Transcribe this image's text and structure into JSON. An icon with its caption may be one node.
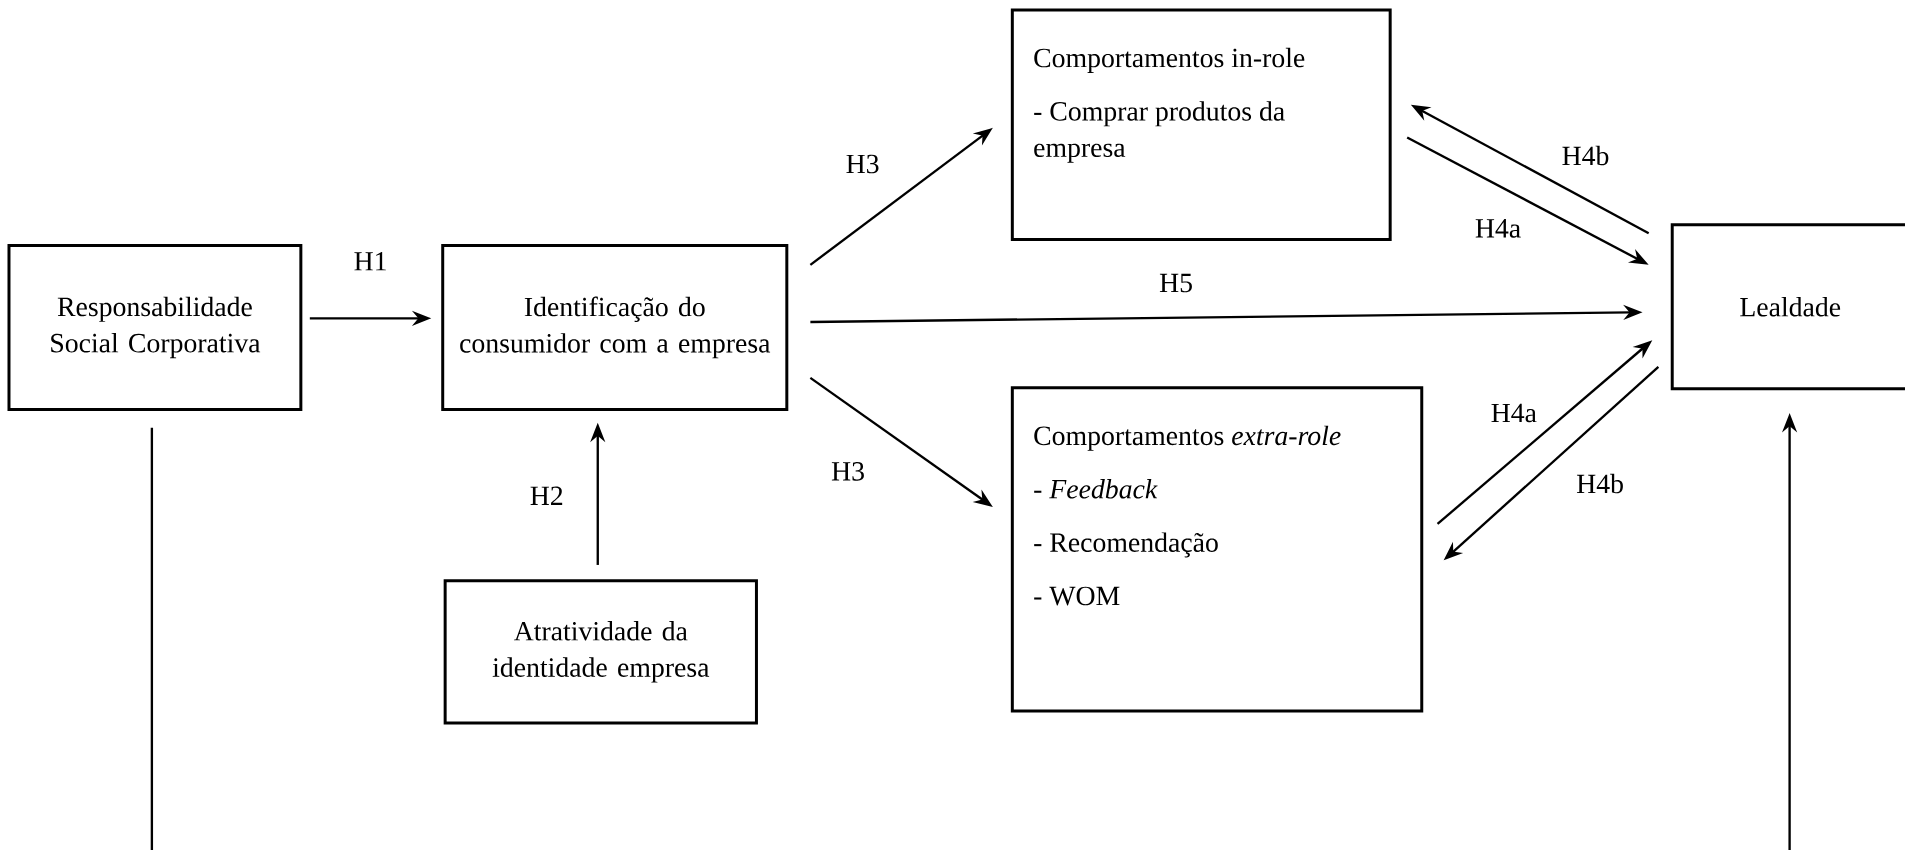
{
  "diagram": {
    "nodes": [
      {
        "text": [
          "Responsabilidade Social Corporativa"
        ]
      },
      {
        "text": [
          "Identificação do consumidor com a empresa"
        ]
      },
      {
        "text": [
          "Atratividade da identidade empresa"
        ]
      },
      {
        "text": [
          "Comportamentos in-role",
          "- Comprar produtos da empresa"
        ]
      },
      {
        "text": [
          "Comportamentos *extra-role*",
          "- *Feedback*",
          "- Recomendação",
          "- WOM"
        ]
      },
      {
        "text": [
          "Lealdade"
        ]
      }
    ],
    "edges": [
      {
        "from": 0,
        "to": 1,
        "arrow": "to",
        "label": "H1"
      },
      {
        "from": 2,
        "to": 1,
        "arrow": "to",
        "label": "H2"
      },
      {
        "from": 1,
        "to": 3,
        "arrow": "to",
        "label": "H3"
      },
      {
        "from": 1,
        "to": 4,
        "arrow": "to",
        "label": "H3"
      },
      {
        "from": 1,
        "to": 5,
        "arrow": "to",
        "label": "H5"
      },
      {
        "from": 3,
        "to": 5,
        "arrow": "to",
        "label": "H4a"
      },
      {
        "from": 5,
        "to": 3,
        "arrow": "to",
        "label": "H4b"
      },
      {
        "from": 4,
        "to": 5,
        "arrow": "to",
        "label": "H4a"
      },
      {
        "from": 5,
        "to": 4,
        "arrow": "to",
        "label": "H4b"
      },
      {
        "from": 0,
        "to": null,
        "arrow": "none"
      },
      {
        "from": null,
        "to": 5,
        "arrow": "to"
      }
    ]
  }
}
